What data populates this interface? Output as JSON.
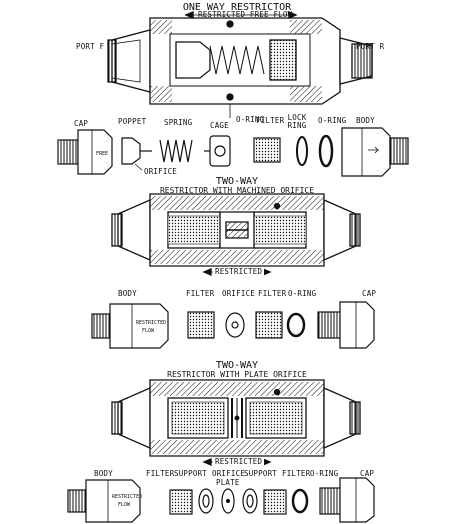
{
  "section1": {
    "title": "ONE WAY RESTRICTOR",
    "flow_label": "RESTRICTED FREE FLOW",
    "port_f": "PORT F",
    "port_r": "PORT R",
    "oring": "O-RING",
    "parts": {
      "cap": "CAP",
      "poppet": "POPPET",
      "spring": "SPRING",
      "cage": "CAGE",
      "filter": "FILTER",
      "lock_ring": "LOCK RING",
      "oring": "O-RING",
      "body": "BODY",
      "orifice": "ORIFICE",
      "cap_marking": "FREE"
    }
  },
  "section2": {
    "title": "TWO-WAY",
    "subtitle": "RESTRICTOR WITH MACHINED ORIFICE",
    "flow_label": "RESTRICTED",
    "parts": {
      "body": "BODY",
      "filter1": "FILTER",
      "orifice": "ORIFICE",
      "filter2": "FILTER",
      "oring": "O-RING",
      "cap": "CAP",
      "body_marking_1": "RESTRICTED",
      "body_marking_2": "FLOW"
    }
  },
  "section3": {
    "title": "TWO-WAY",
    "subtitle": "RESTRICTOR WITH PLATE ORIFICE",
    "flow_label": "RESTRICTED",
    "parts": {
      "body": "BODY",
      "filter1": "FILTER",
      "support1": "SUPPORT",
      "orifice_plate_1": "ORIFICE",
      "orifice_plate_2": "PLATE",
      "support2": "SUPPORT",
      "filter2": "FILTER",
      "oring": "O-RING",
      "cap": "CAP",
      "body_marking_1": "RESTRICTED",
      "body_marking_2": "FLOW"
    }
  }
}
